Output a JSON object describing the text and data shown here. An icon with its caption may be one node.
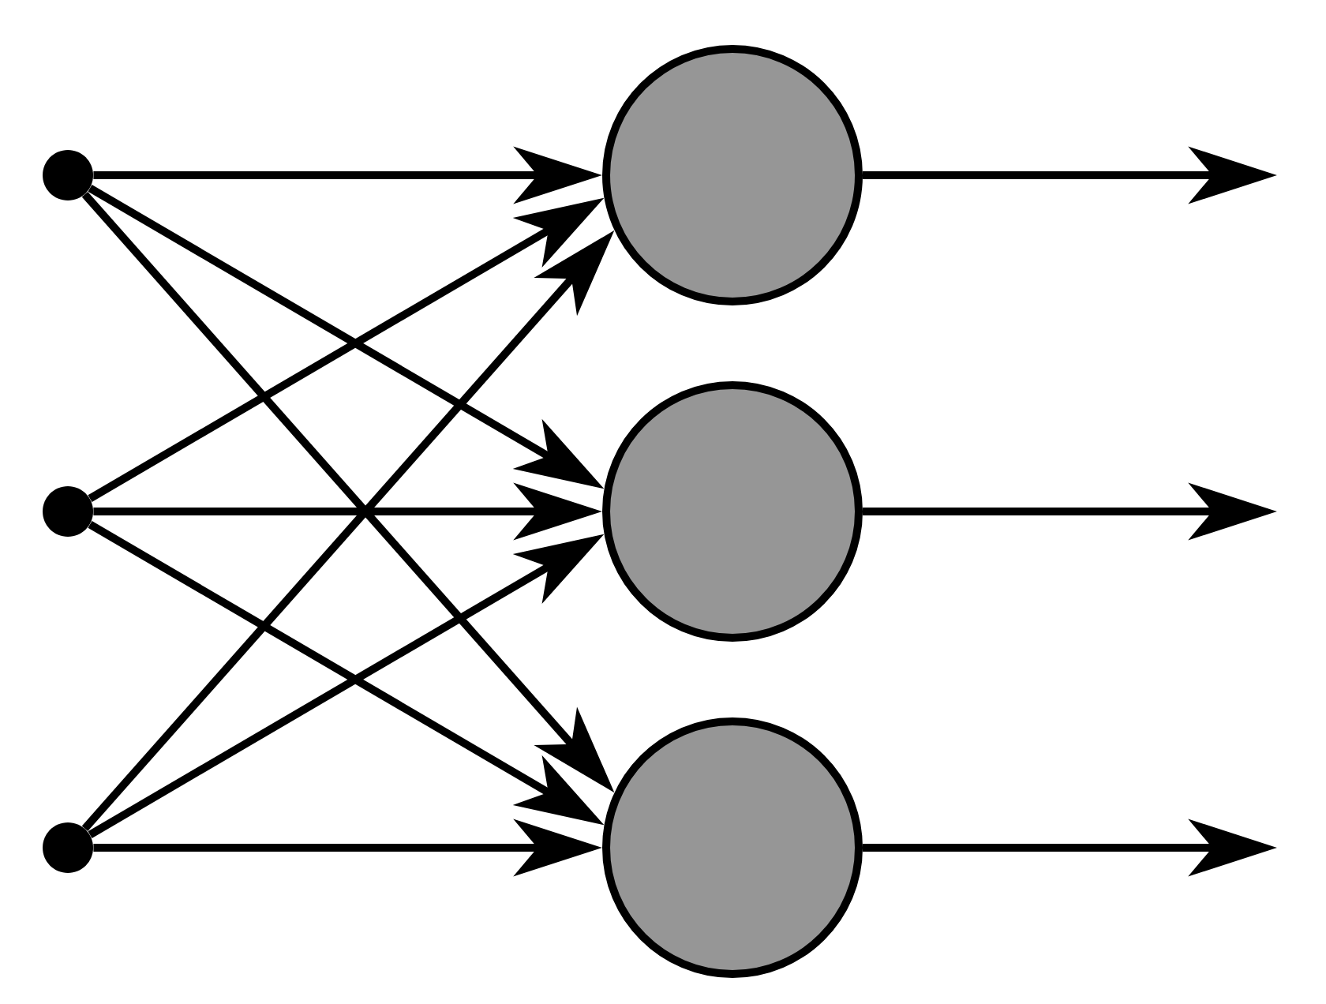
{
  "diagram": {
    "nodes": [
      {
        "text": [],
        "shape": "dot"
      },
      {
        "text": [],
        "shape": "dot"
      },
      {
        "text": [],
        "shape": "dot"
      },
      {
        "text": [],
        "shape": "circle"
      },
      {
        "text": [],
        "shape": "circle"
      },
      {
        "text": [],
        "shape": "circle"
      }
    ],
    "edges": [
      {
        "from": 0,
        "to": 3,
        "arrow": "to"
      },
      {
        "from": 0,
        "to": 4,
        "arrow": "to"
      },
      {
        "from": 0,
        "to": 5,
        "arrow": "to"
      },
      {
        "from": 1,
        "to": 3,
        "arrow": "to"
      },
      {
        "from": 1,
        "to": 4,
        "arrow": "to"
      },
      {
        "from": 1,
        "to": 5,
        "arrow": "to"
      },
      {
        "from": 2,
        "to": 3,
        "arrow": "to"
      },
      {
        "from": 2,
        "to": 4,
        "arrow": "to"
      },
      {
        "from": 2,
        "to": 5,
        "arrow": "to"
      },
      {
        "from": 3,
        "to": null,
        "arrow": "to"
      },
      {
        "from": 4,
        "to": null,
        "arrow": "to"
      },
      {
        "from": 5,
        "to": null,
        "arrow": "to"
      }
    ]
  }
}
